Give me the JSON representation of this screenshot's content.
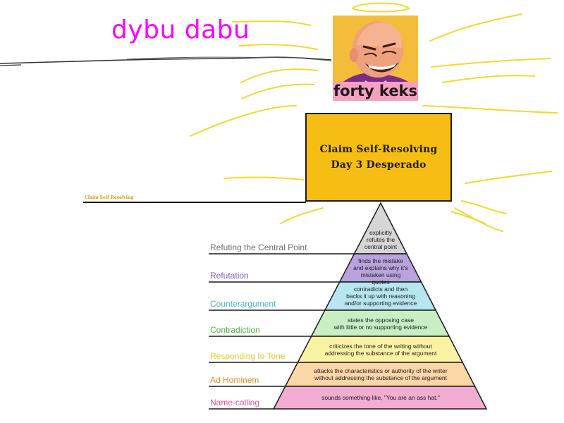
{
  "caption": "dybu dabu",
  "meme_label": "forty keks",
  "title_box": {
    "line1": "Claim Self-Resolving",
    "line2": "Day 3 Desperado"
  },
  "left_caption": "Claim Self Resolving",
  "pyramid": {
    "levels": [
      {
        "label": "Refuting the Central Point",
        "text": [
          "explicitly",
          "refutes the",
          "central point"
        ],
        "fill": "#d6d6d6",
        "label_color": "#6d6d6d"
      },
      {
        "label": "Refutation",
        "text": [
          "finds the mistake",
          "and explains why it's",
          "mistaken using quotes"
        ],
        "fill": "#b9a3df",
        "label_color": "#7e5ab5"
      },
      {
        "label": "Counterargument",
        "text": [
          "contradicts and then",
          "backs it up with reasoning",
          "and/or supporting evidence"
        ],
        "fill": "#b6e6ef",
        "label_color": "#4ab2c8"
      },
      {
        "label": "Contradiction",
        "text": [
          "states the opposing case",
          "with little or no supporting evidence"
        ],
        "fill": "#c8efc4",
        "label_color": "#4fae42"
      },
      {
        "label": "Responding to Tone",
        "text": [
          "criticizes the tone of the writing without",
          "addressing the substance of the argument"
        ],
        "fill": "#fbf3a4",
        "label_color": "#e3cf22"
      },
      {
        "label": "Ad Hominem",
        "text": [
          "attacks the characteristics or authority of the writer",
          "without addressing the substance of the argument"
        ],
        "fill": "#fbd6a6",
        "label_color": "#ea8a25"
      },
      {
        "label": "Name-calling",
        "text": [
          "sounds something like, \"You are an ass hat.\""
        ],
        "fill": "#f3acd2",
        "label_color": "#e4519c"
      }
    ]
  },
  "colors": {
    "caption": "#ff00ff",
    "sunburst": "#f8d62e",
    "title_box": "#f6bd13",
    "label_band": "#f6a0bf"
  },
  "icons": {
    "portrait": "laughing-bald-man-icon"
  }
}
